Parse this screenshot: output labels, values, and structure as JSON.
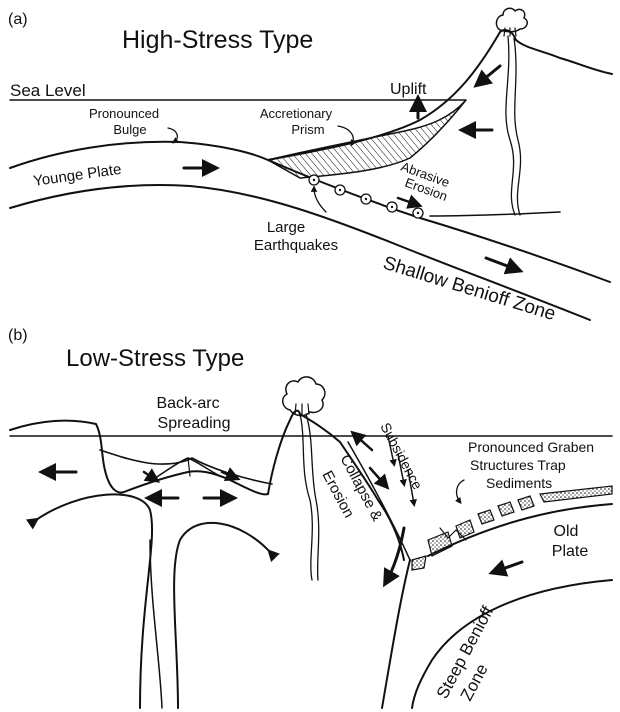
{
  "panel_a": {
    "letter": "(a)",
    "title": "High-Stress  Type",
    "sea_level": "Sea Level",
    "uplift": "Uplift",
    "pronounced": "Pronounced",
    "bulge": "Bulge",
    "accretionary": "Accretionary",
    "prism": "Prism",
    "younge_plate": "Younge Plate",
    "abrasive": "Abrasive",
    "erosion": "Erosion",
    "large": "Large",
    "earthquakes": "Earthquakes",
    "shallow_benioff": "Shallow Benioff Zone"
  },
  "panel_b": {
    "letter": "(b)",
    "title": "Low-Stress  Type",
    "back_arc": "Back-arc",
    "spreading": "Spreading",
    "subsidence": "Subsidence",
    "collapse": "Collapse &",
    "erosion": "Erosion",
    "graben_1": "Pronounced Graben",
    "graben_2": "Structures Trap",
    "graben_3": "Sediments",
    "old": "Old",
    "plate": "Plate",
    "steep": "Steep Benioff",
    "zone": "Zone"
  }
}
